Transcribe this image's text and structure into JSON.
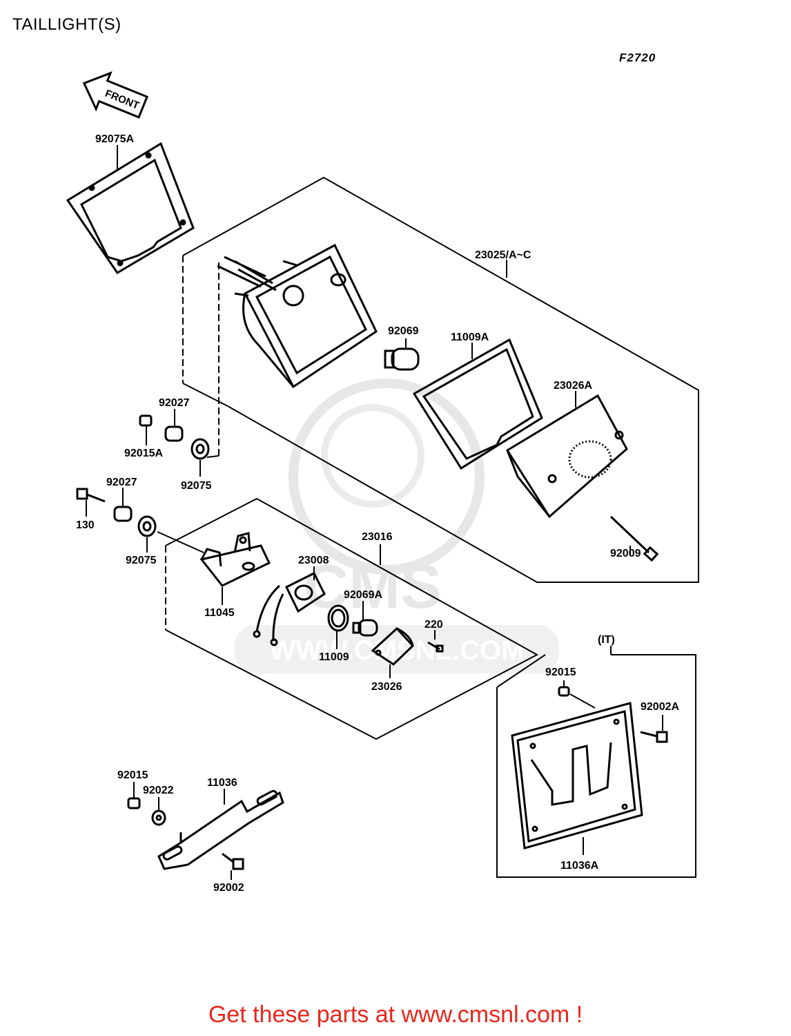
{
  "title": "TAILLIGHT(S)",
  "figure_code": "F2720",
  "front_label": "FRONT",
  "variant_label": "(IT)",
  "watermark": {
    "main": "CMS",
    "url": "WWW.CMSNL.COM",
    "color": "#d8d8d8"
  },
  "footer": {
    "text": "Get these parts at www.cmsnl.com !",
    "color": "#e8261c"
  },
  "parts": {
    "p92075A": "92075A",
    "p23025": "23025/A~C",
    "p92069": "92069",
    "p11009A": "11009A",
    "p23026A": "23026A",
    "p92027a": "92027",
    "p92015A": "92015A",
    "p92075a": "92075",
    "p92027b": "92027",
    "p130": "130",
    "p92075b": "92075",
    "p23016": "23016",
    "p23008": "23008",
    "p92069A": "92069A",
    "p11045": "11045",
    "p220": "220",
    "p11009": "11009",
    "p23026": "23026",
    "p92009": "92009",
    "p92015a": "92015",
    "p92002A": "92002A",
    "p92015b": "92015",
    "p92022": "92022",
    "p11036": "11036",
    "p92002": "92002",
    "p11036A": "11036A"
  }
}
